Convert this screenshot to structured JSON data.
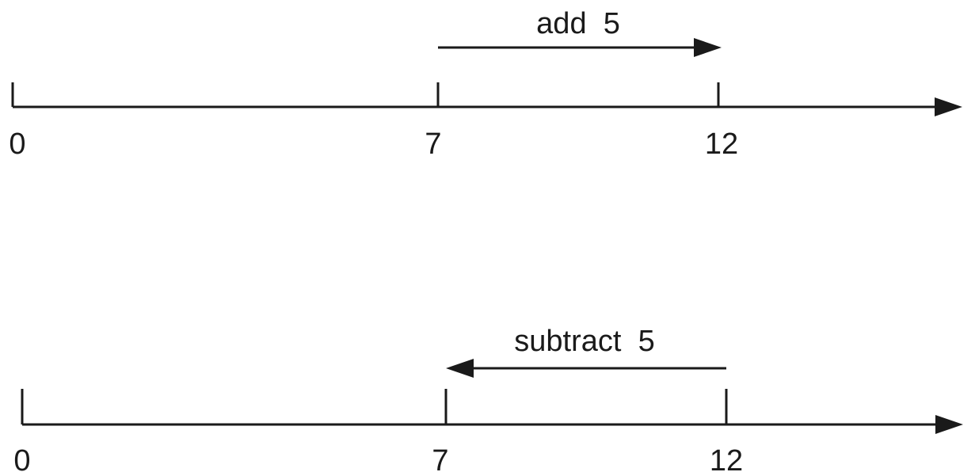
{
  "diagram": {
    "type": "number-line-operations",
    "colors": {
      "ink": "#1a1a1a",
      "background": "#ffffff"
    },
    "number_lines": [
      {
        "id": "add",
        "ticks": [
          {
            "value": 0,
            "label": "0"
          },
          {
            "value": 7,
            "label": "7"
          },
          {
            "value": 12,
            "label": "12"
          }
        ],
        "operation": {
          "label": "add  5",
          "from": 7,
          "to": 12,
          "direction": "right"
        }
      },
      {
        "id": "subtract",
        "ticks": [
          {
            "value": 0,
            "label": "0"
          },
          {
            "value": 7,
            "label": "7"
          },
          {
            "value": 12,
            "label": "12"
          }
        ],
        "operation": {
          "label": "subtract  5",
          "from": 12,
          "to": 7,
          "direction": "left"
        }
      }
    ]
  }
}
